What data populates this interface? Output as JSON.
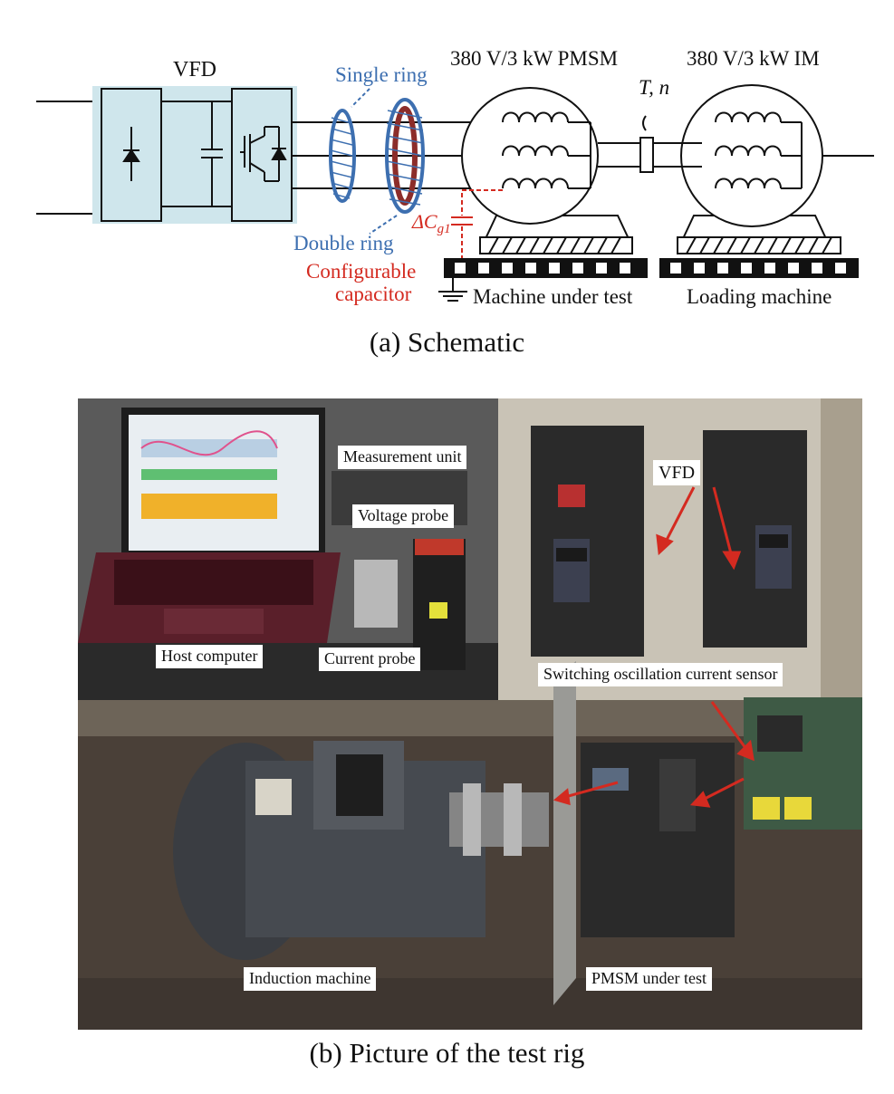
{
  "schematic": {
    "vfd_label": "VFD",
    "single_ring": "Single ring",
    "double_ring": "Double ring",
    "pmsm_rating": "380 V/3 kW PMSM",
    "im_rating": "380 V/3 kW IM",
    "torque_speed": "T, n",
    "delta_cg": "ΔC",
    "delta_cg_sub": "g1",
    "config_cap_line1": "Configurable",
    "config_cap_line2": "capacitor",
    "machine_under_test": "Machine under test",
    "loading_machine": "Loading machine",
    "caption": "(a) Schematic"
  },
  "photo": {
    "measurement_unit": "Measurement unit",
    "voltage_probe": "Voltage probe",
    "vfd": "VFD",
    "host_computer": "Host computer",
    "current_probe": "Current probe",
    "switching_sensor": "Switching oscillation current sensor",
    "induction_machine": "Induction machine",
    "pmsm_under_test": "PMSM under test",
    "caption": "(b) Picture of the test rig"
  },
  "colors": {
    "vfd_fill": "#cfe6ec",
    "ring_blue": "#3d6fb0",
    "ring_brown": "#8c2d2a",
    "annotation_red": "#d42a20"
  }
}
